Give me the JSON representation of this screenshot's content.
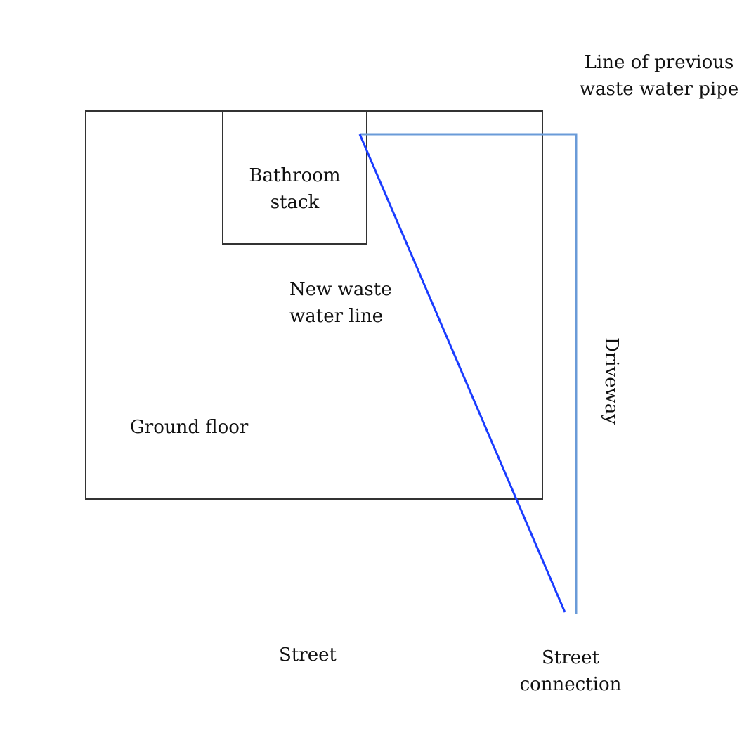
{
  "diagram": {
    "title": "Waste water line plan",
    "labels": {
      "previous_pipe": [
        "Line of previous",
        "waste water pipe"
      ],
      "bathroom": [
        "Bathroom",
        "stack"
      ],
      "new_line": [
        "New waste",
        "water line"
      ],
      "ground_floor": "Ground floor",
      "driveway": "Driveway",
      "street": "Street",
      "street_connection": [
        "Street",
        "connection"
      ]
    },
    "colors": {
      "outline": "#333333",
      "new_line": "#1a3cff",
      "previous_pipe": "#6a9bd8",
      "text": "#111111"
    }
  }
}
